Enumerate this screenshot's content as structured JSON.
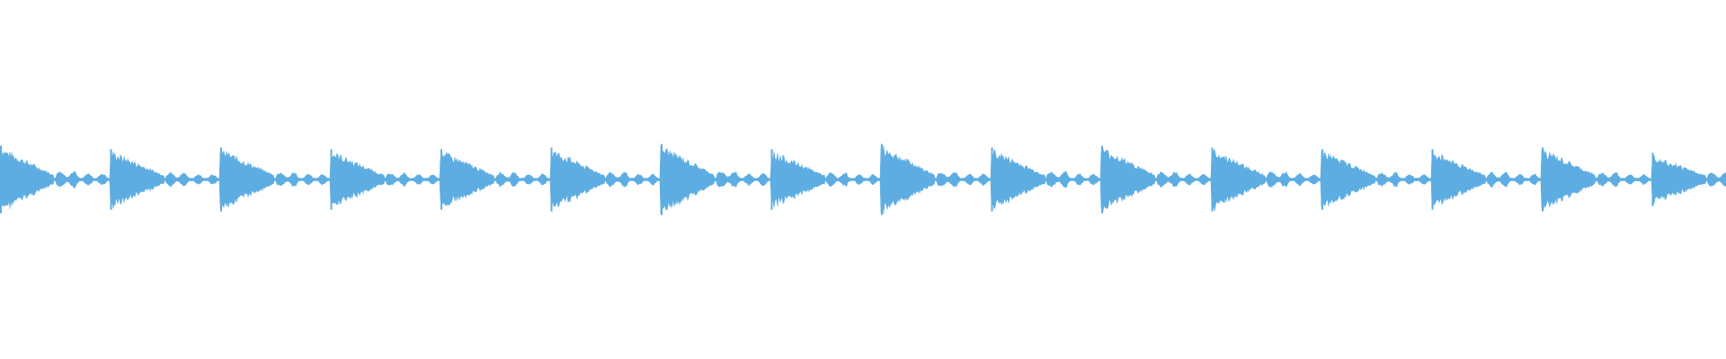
{
  "waveform": {
    "color": "#5dade2",
    "background": "#ffffff",
    "pattern": "repeating-decaying-transients",
    "hit_count": 16,
    "hit_peaks": [
      0.95,
      0.85,
      0.9,
      0.85,
      0.85,
      0.9,
      1.0,
      0.85,
      1.0,
      0.9,
      0.95,
      0.9,
      0.85,
      0.85,
      0.9,
      0.75
    ],
    "hit_tail_levels": [
      0.55,
      0.45,
      0.45,
      0.4,
      0.45,
      0.45,
      0.55,
      0.4,
      0.5,
      0.5,
      0.5,
      0.5,
      0.45,
      0.45,
      0.45,
      0.45
    ]
  }
}
